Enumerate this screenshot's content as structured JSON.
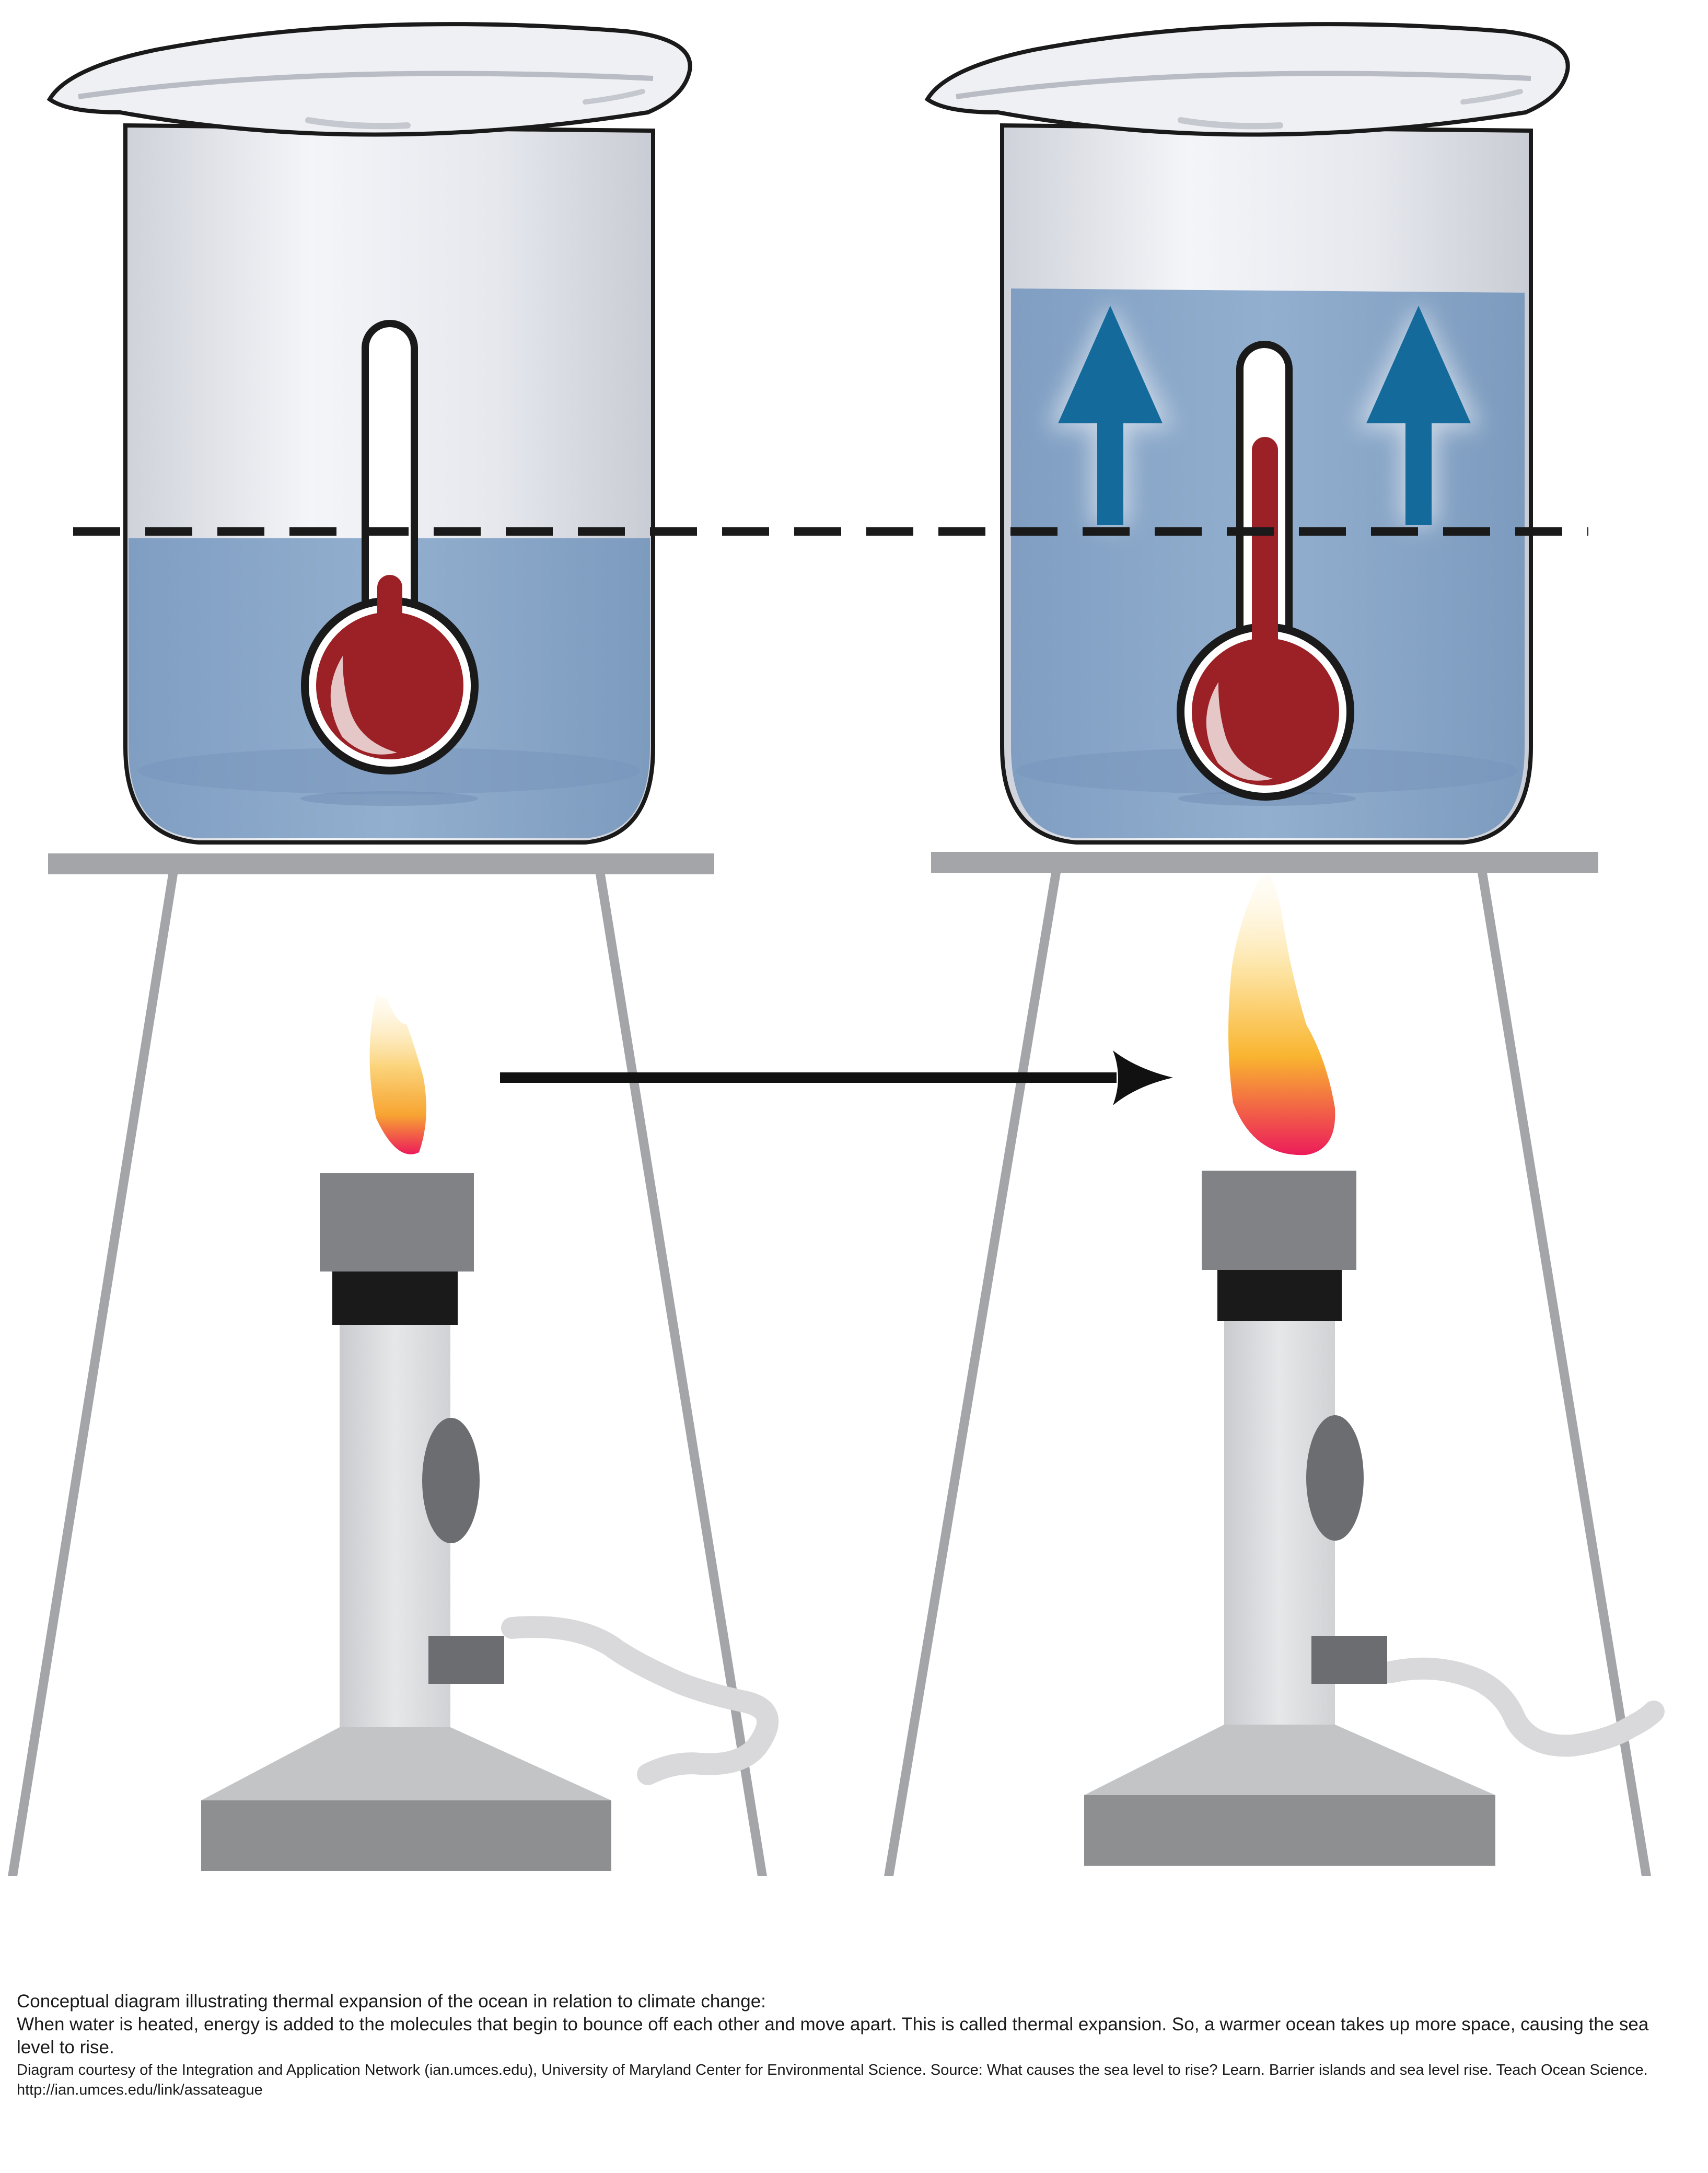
{
  "caption": {
    "title": "Conceptual diagram illustrating thermal expansion of the ocean in relation to climate change:",
    "body": "When water is heated, energy is added to the molecules that begin to bounce off each other and move apart. This is called thermal expansion. So, a warmer ocean takes up more space, causing the sea level to rise.",
    "credit": "Diagram courtesy of the Integration and Application Network (ian.umces.edu), University of Maryland Center for Environmental Science. Source: What causes the sea level to rise? Learn. Barrier islands and sea level rise. Teach Ocean Science.",
    "link": "http://ian.umces.edu/link/assateague"
  },
  "colors": {
    "water": "#8aa6c6",
    "water_deep": "#7b9bbe",
    "beaker": "#e4e6ec",
    "thermometer_red": "#9b2126",
    "rise_arrow": "#146a9b",
    "stand": "#a3a5a8",
    "burner_dark": "#6b6d70",
    "flame_yellow": "#fbd37a",
    "flame_pink": "#ec1c5a"
  },
  "icons": {
    "left_beaker": "beaker-icon",
    "right_beaker": "beaker-icon",
    "thermometer": "thermometer-icon",
    "burner": "bunsen-burner-icon",
    "flame": "flame-icon",
    "heat_arrow": "arrow-right-icon",
    "rise_arrow": "arrow-up-icon"
  }
}
